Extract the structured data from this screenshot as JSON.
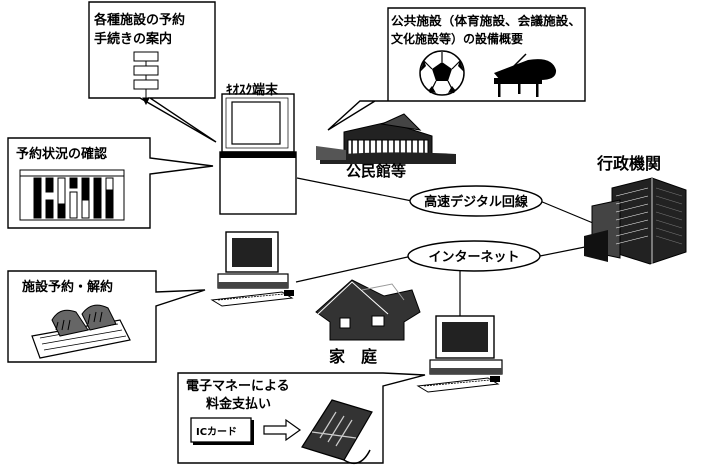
{
  "callouts": {
    "reservation_procedure": {
      "line1": "各種施設の予約",
      "line2": "手続きの案内"
    },
    "public_facilities": {
      "line1": "公共施設（体育施設、会議施設、",
      "line2": "文化施設等）の設備概要"
    },
    "reservation_status": {
      "title": "予約状況の確認"
    },
    "reserve_cancel": {
      "title": "施設予約・解約"
    },
    "e_money": {
      "line1": "電子マネーによる",
      "line2": "料金支払い",
      "ic_card": "ICカード"
    }
  },
  "nodes": {
    "kiosk_label": "ｷｵｽｸ端末",
    "community_center_label": "公民館等",
    "government_label": "行政機関",
    "home_label": "家　庭"
  },
  "networks": {
    "digital_line": "高速デジタル回線",
    "internet": "インターネット"
  }
}
